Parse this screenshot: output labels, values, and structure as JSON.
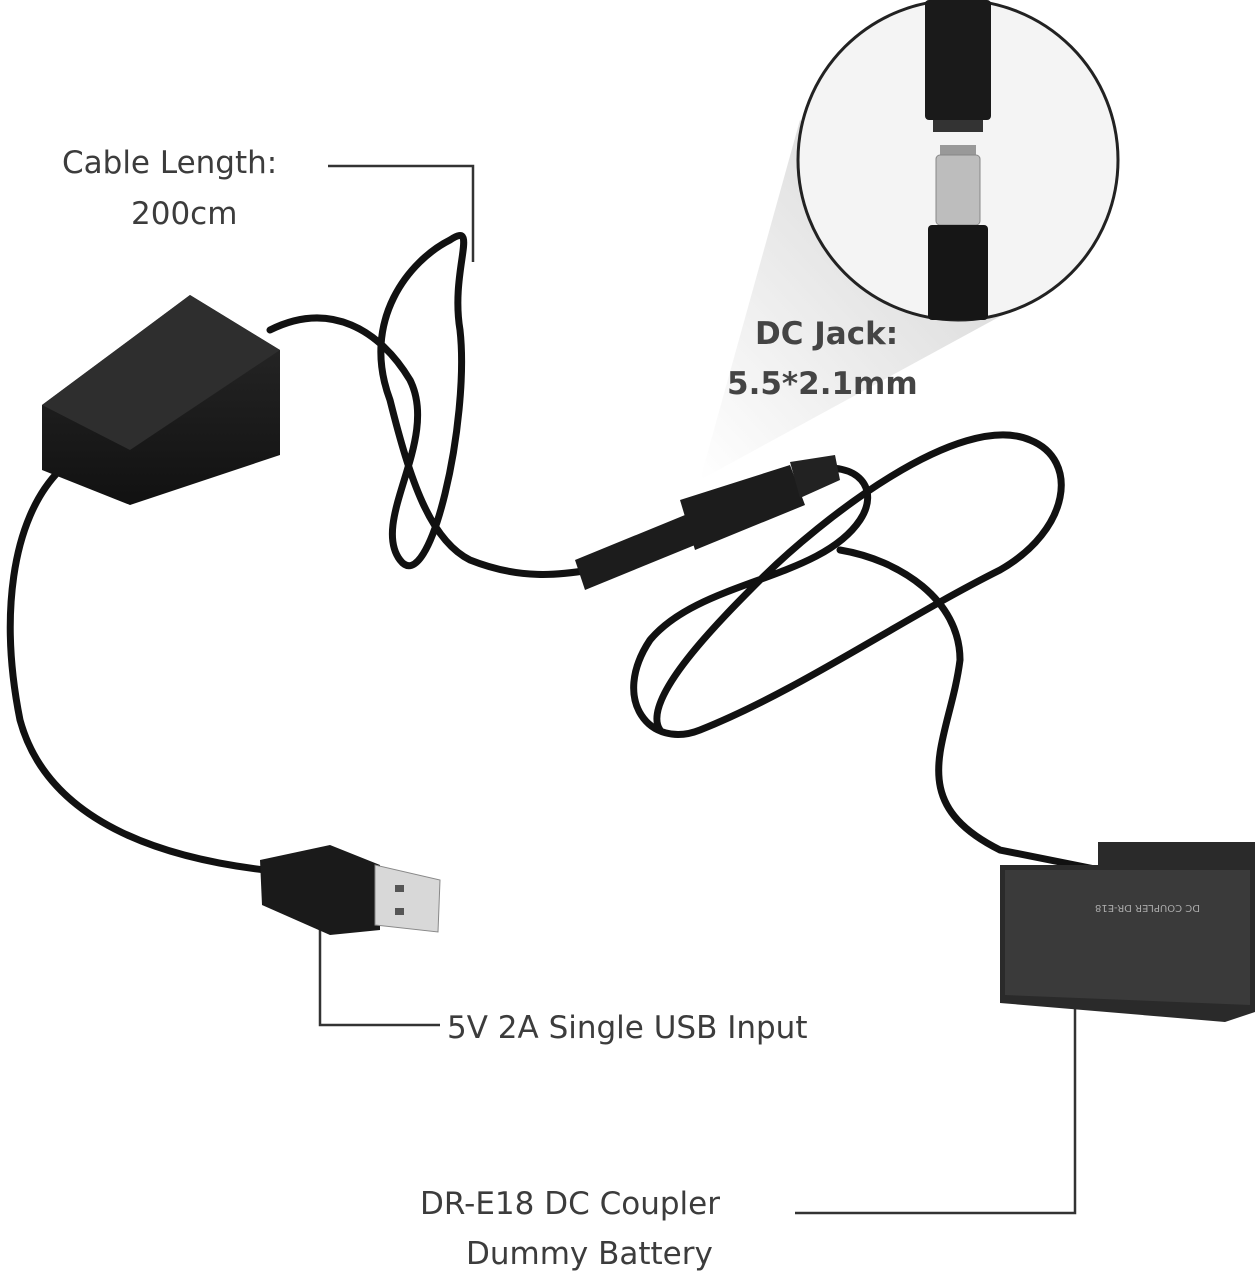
{
  "callouts": {
    "cable_length": {
      "line1": "Cable Length:",
      "line2": "200cm"
    },
    "dc_jack": {
      "line1": "DC Jack:",
      "line2": "5.5*2.1mm"
    },
    "usb_input": {
      "line1": "5V 2A Single USB Input"
    },
    "dummy_battery": {
      "line1": "DR-E18 DC Coupler",
      "line2": "Dummy Battery"
    }
  },
  "product": {
    "coupler_print": "DC COUPLER DR-E18"
  },
  "colors": {
    "text": "#3c3c3c",
    "leader": "#333333",
    "cable": "#111111",
    "magnifier_cone": "#d9d9d9"
  }
}
